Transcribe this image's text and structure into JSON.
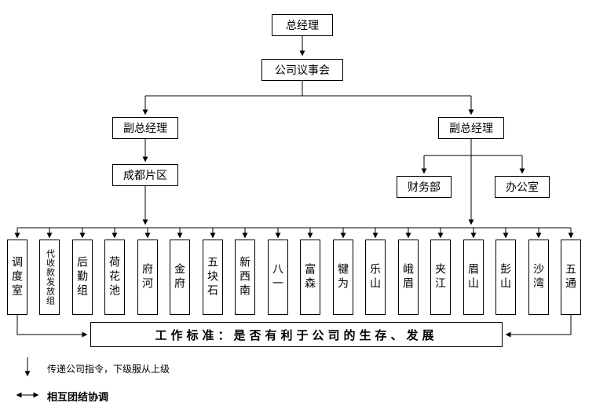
{
  "diagram": {
    "nodes": {
      "general_manager": "总经理",
      "company_council": "公司议事会",
      "deputy_gm_left": "副总经理",
      "deputy_gm_right": "副总经理",
      "chengdu_area": "成都片区",
      "finance_dept": "财务部",
      "office": "办公室"
    },
    "units": [
      "调度室",
      "代收款发放组",
      "后勤组",
      "荷花池",
      "府河",
      "金府",
      "五块石",
      "新西南",
      "八一",
      "富森",
      "犍为",
      "乐山",
      "峨眉",
      "夹江",
      "眉山",
      "彭山",
      "沙湾",
      "五通"
    ],
    "work_standard": "工作标准：是否有利于公司的生存、发展",
    "legend": {
      "command_arrow": "传递公司指令，下级服从上级",
      "mutual_arrow": "相互团结协调"
    },
    "colors": {
      "line": "#000000",
      "background": "#ffffff"
    }
  }
}
